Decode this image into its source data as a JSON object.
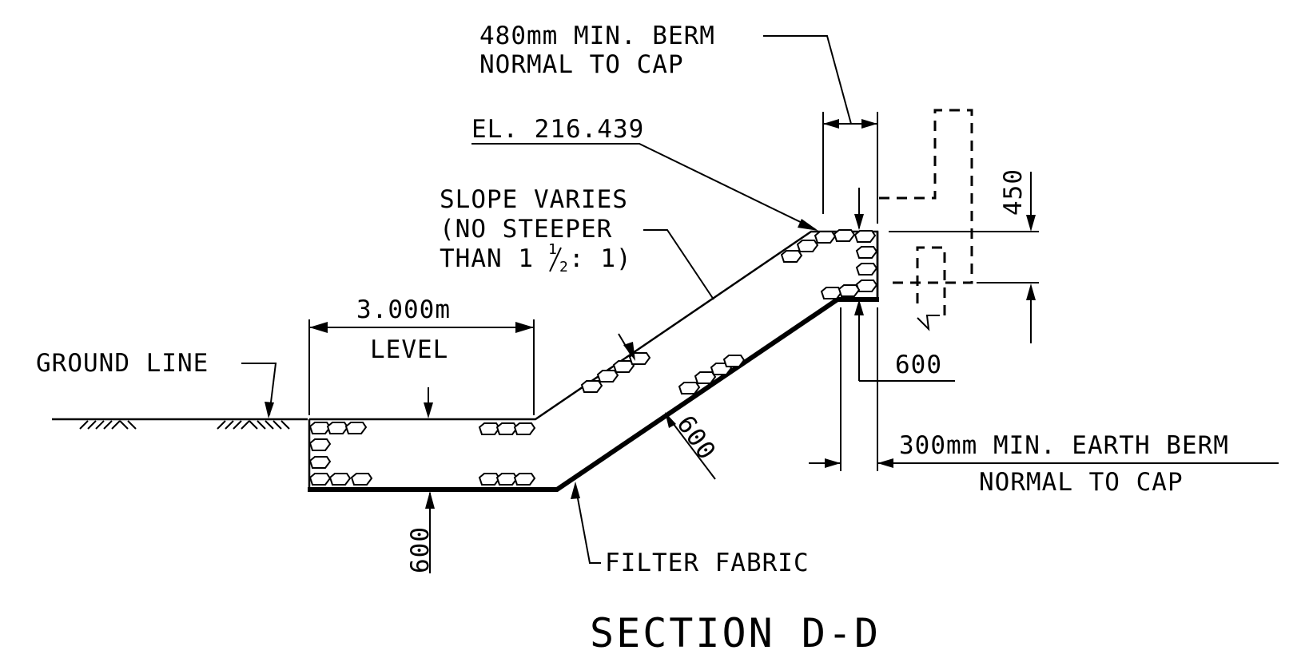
{
  "labels": {
    "berm_480_line1": "480mm MIN. BERM",
    "berm_480_line2": "NORMAL TO CAP",
    "elevation": "EL. 216.439",
    "slope_line1": "SLOPE VARIES",
    "slope_line2": "(NO STEEPER",
    "slope_line3_prefix": "THAN 1",
    "slope_frac_num": "1",
    "slope_frac_den": "2",
    "slope_line3_suffix": ": 1)",
    "level_width": "3.000m",
    "level": "LEVEL",
    "ground_line": "GROUND LINE",
    "dim_600_bottom": "600",
    "dim_600_slope": "600",
    "dim_600_right": "600",
    "dim_450": "450",
    "berm_300_line1": "300mm MIN. EARTH BERM",
    "berm_300_line2": "NORMAL TO CAP",
    "filter_fabric": "FILTER FABRIC"
  },
  "title": "SECTION D-D"
}
